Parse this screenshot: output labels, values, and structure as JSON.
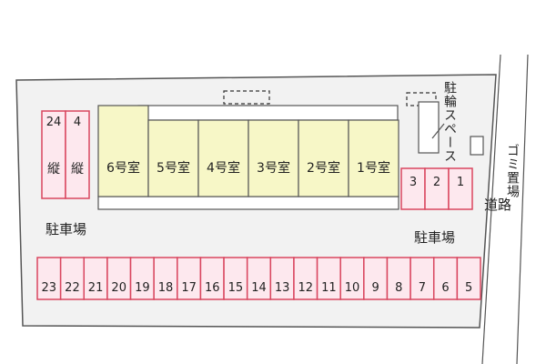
{
  "map": {
    "units": [
      "6号室",
      "5号室",
      "4号室",
      "3号室",
      "2号室",
      "1号室"
    ],
    "left_tall_spots": [
      {
        "number": "24",
        "kind": "縦"
      },
      {
        "number": "4",
        "kind": "縦"
      }
    ],
    "right_spots": [
      "3",
      "2",
      "1"
    ],
    "bottom_row": [
      "23",
      "22",
      "21",
      "20",
      "19",
      "18",
      "17",
      "16",
      "15",
      "14",
      "13",
      "12",
      "11",
      "10",
      "9",
      "8",
      "7",
      "6",
      "5"
    ],
    "labels": {
      "parking_left": "駐車場",
      "parking_right": "駐車場",
      "bicycle": "駐輪スペース",
      "garbage": "ゴミ置場",
      "road": "道路"
    },
    "colors": {
      "lot": "#f2f2f2",
      "building": "#f7f7c7",
      "spot_fill": "#fde8ee",
      "spot_border": "#d9465f",
      "outline": "#555555"
    }
  }
}
